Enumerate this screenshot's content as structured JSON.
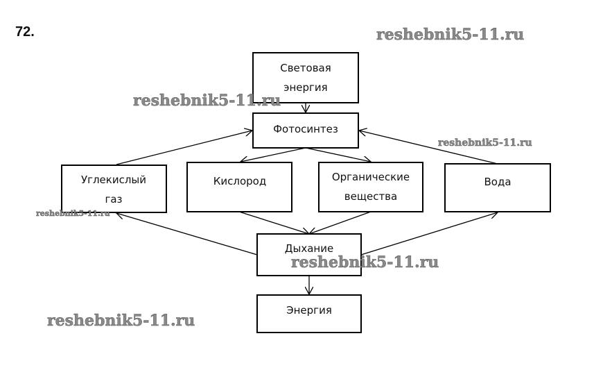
{
  "problem_number": "72.",
  "nodes": {
    "light_energy": [
      "Световая",
      "энергия"
    ],
    "photosynthesis": "Фотосинтез",
    "co2": [
      "Углекислый",
      "газ"
    ],
    "oxygen": "Кислород",
    "organic": [
      "Органические",
      "вещества"
    ],
    "water": "Вода",
    "respiration": "Дыхание",
    "energy": "Энергия"
  },
  "watermarks": [
    "reshebnik5-11.ru",
    "reshebnik5-11.ru",
    "reshebnik5-11.ru",
    "reshebnik5-11.ru",
    "reshebnik5-11.ru",
    "reshebnik5-11.ru"
  ]
}
